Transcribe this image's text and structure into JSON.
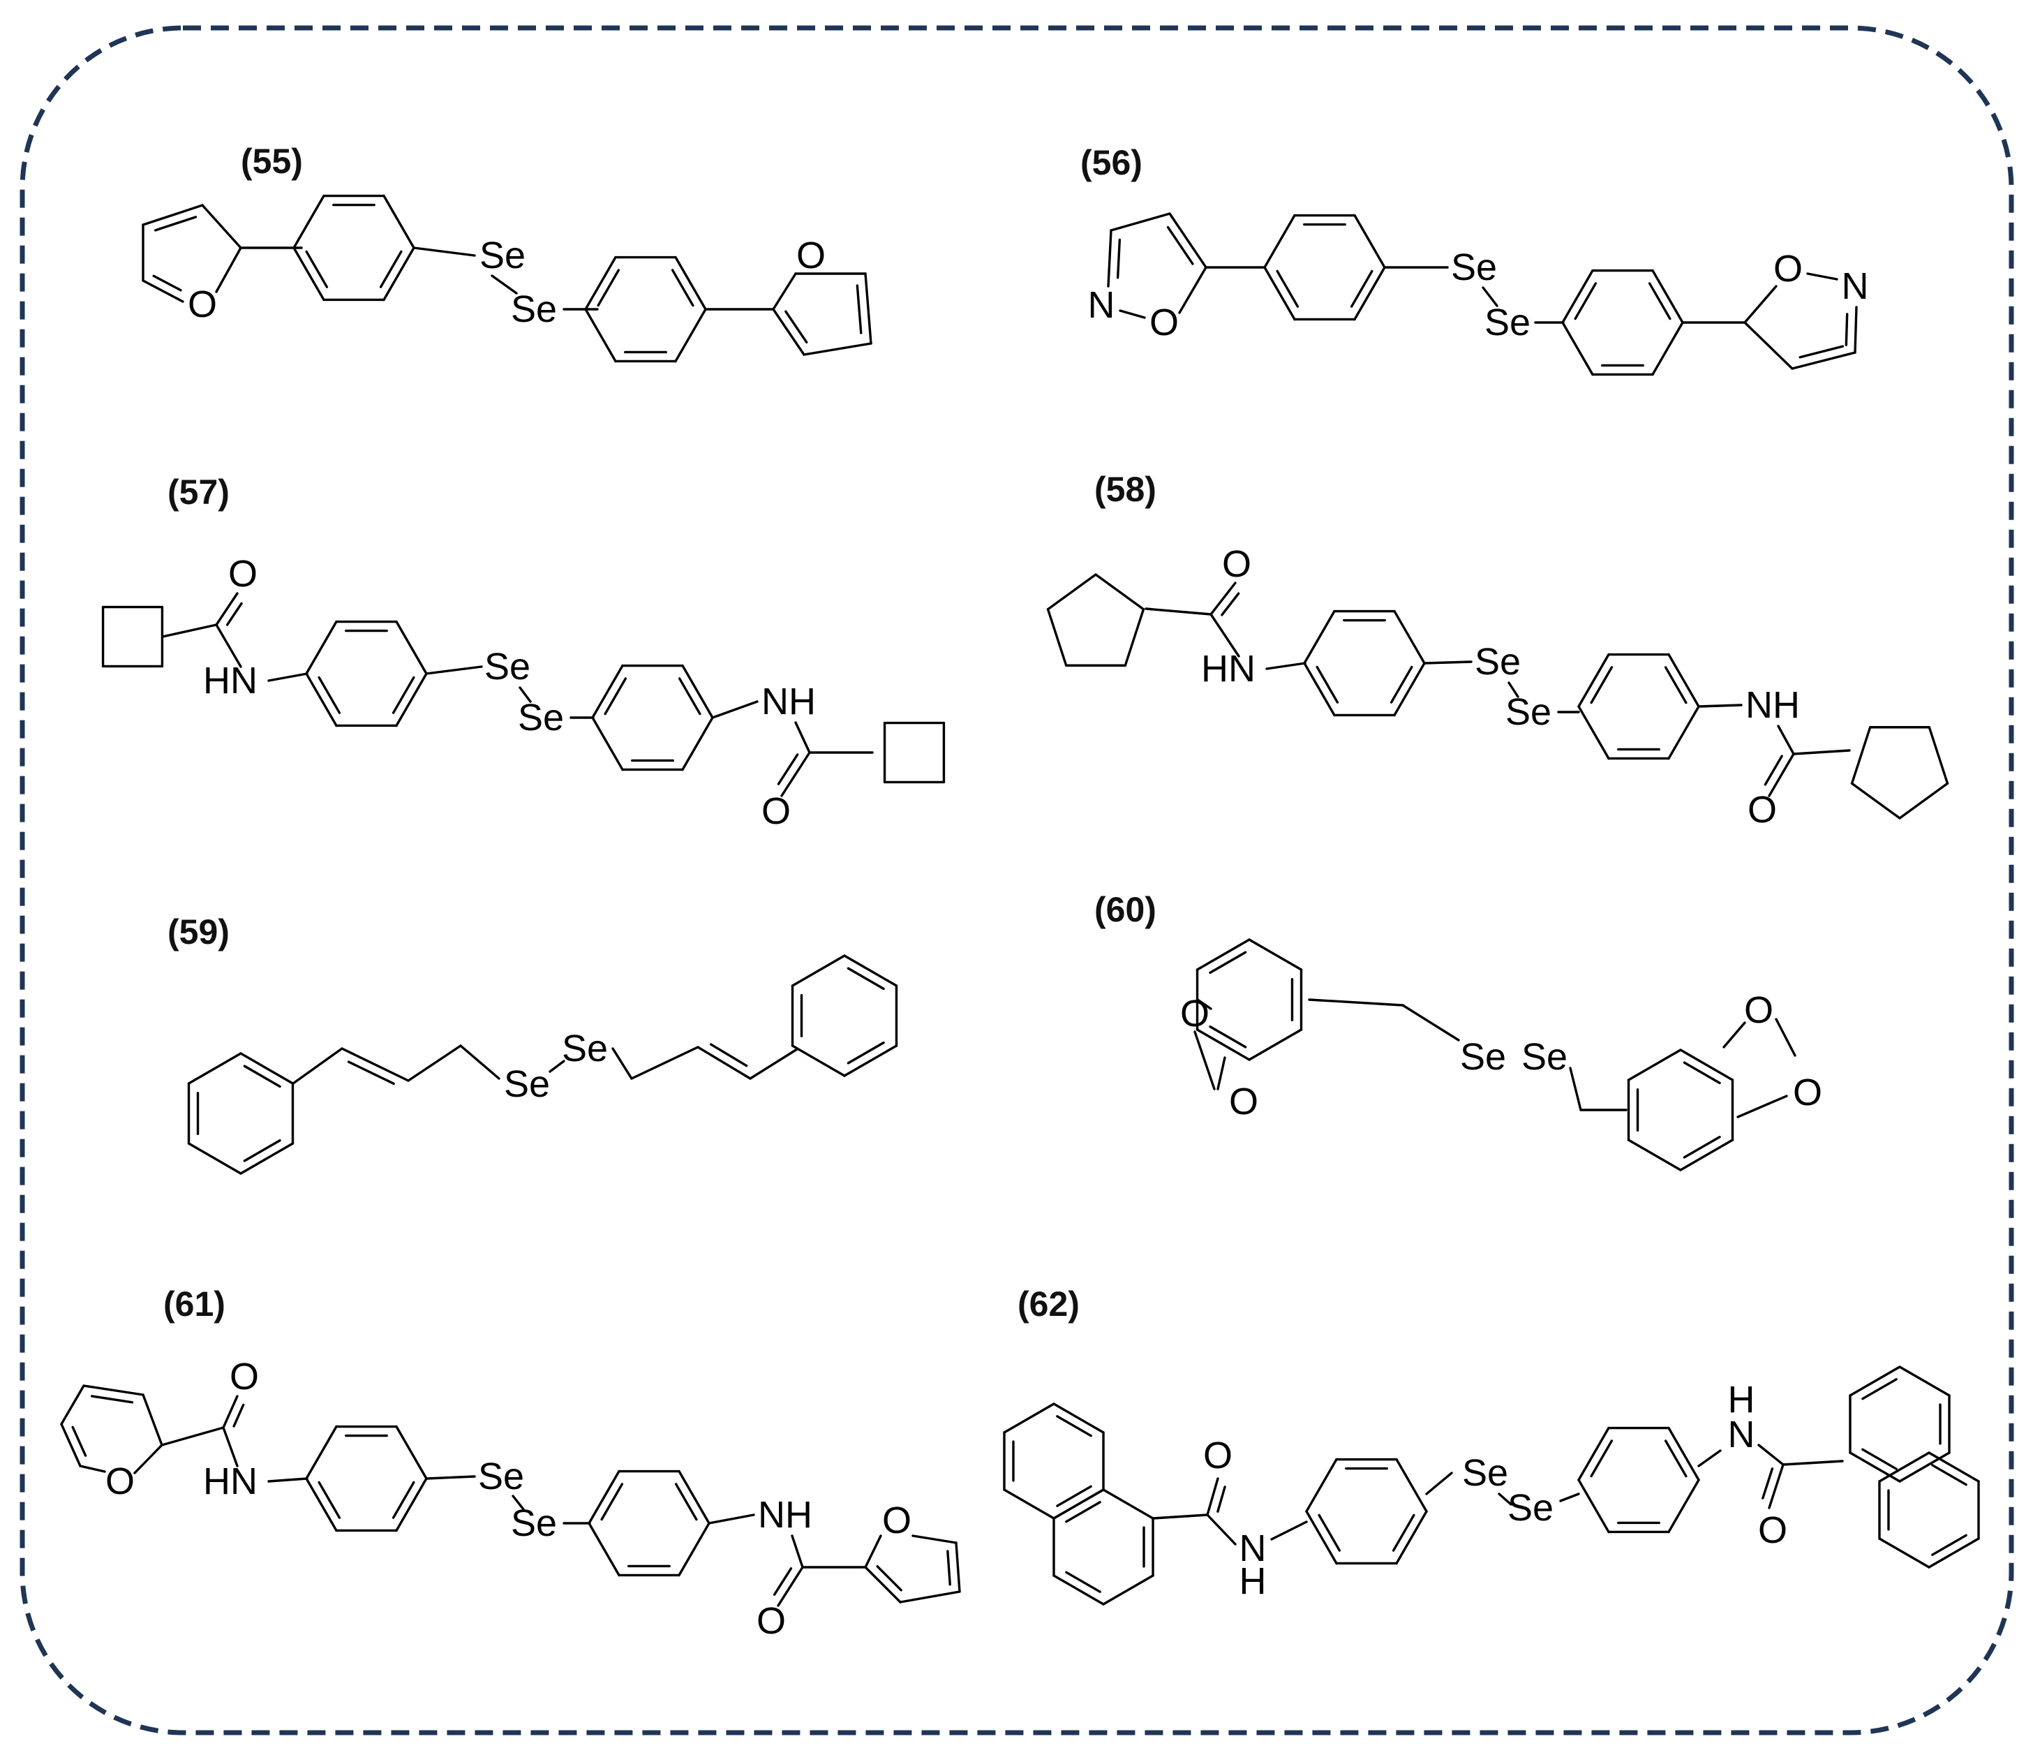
{
  "figure": {
    "border_color": "#1f3556",
    "border_style": "dashed",
    "compounds": [
      {
        "label": "(55)",
        "atoms": [
          "O",
          "Se",
          "Se",
          "O"
        ]
      },
      {
        "label": "(56)",
        "atoms": [
          "N",
          "O",
          "Se",
          "Se",
          "O",
          "N"
        ]
      },
      {
        "label": "(57)",
        "atoms": [
          "O",
          "HN",
          "Se",
          "Se",
          "NH",
          "O"
        ]
      },
      {
        "label": "(58)",
        "atoms": [
          "O",
          "HN",
          "Se",
          "Se",
          "NH",
          "O"
        ]
      },
      {
        "label": "(59)",
        "atoms": [
          "Se",
          "Se"
        ]
      },
      {
        "label": "(60)",
        "atoms": [
          "O",
          "O",
          "Se",
          "Se",
          "O",
          "O"
        ]
      },
      {
        "label": "(61)",
        "atoms": [
          "O",
          "O",
          "HN",
          "Se",
          "Se",
          "NH",
          "O",
          "O"
        ]
      },
      {
        "label": "(62)",
        "atoms": [
          "O",
          "N",
          "H",
          "Se",
          "Se",
          "H",
          "N",
          "O"
        ]
      }
    ]
  }
}
